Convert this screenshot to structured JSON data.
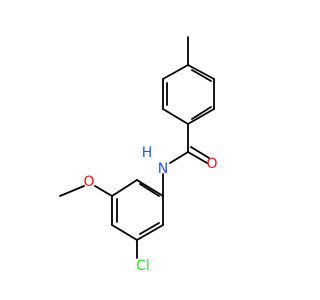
{
  "molecule": {
    "atoms": [
      {
        "id": "O_carbonyl",
        "label": "O",
        "color": "#ff0d0d"
      },
      {
        "id": "N_amide",
        "label": "N",
        "color": "#3050f8"
      },
      {
        "id": "H_amide",
        "label": "H",
        "color": "#3050f8"
      },
      {
        "id": "O_methoxy",
        "label": "O",
        "color": "#ff0d0d"
      },
      {
        "id": "Cl",
        "label": "Cl",
        "color": "#1ff01f"
      }
    ]
  }
}
